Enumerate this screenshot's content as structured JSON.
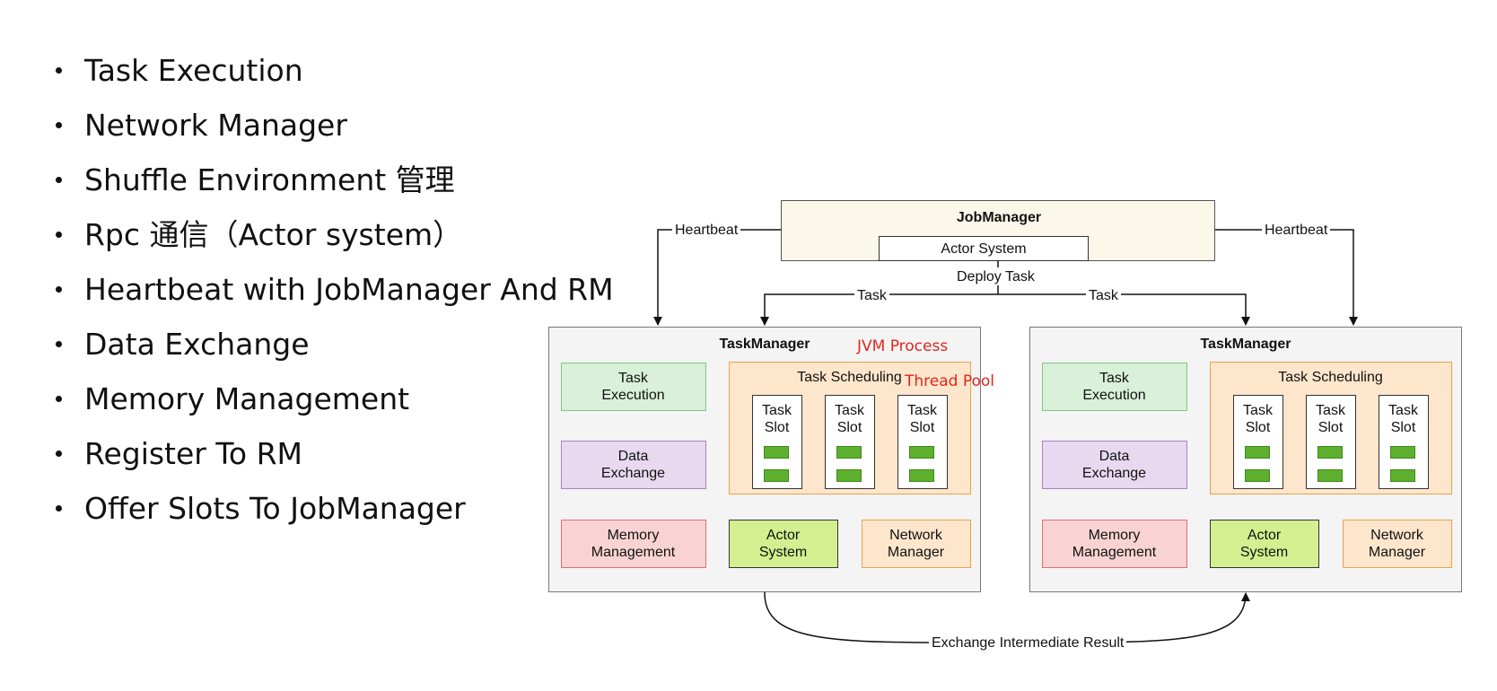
{
  "bullets": [
    "Task Execution",
    "Network Manager",
    "Shuffle Environment 管理",
    "Rpc 通信（Actor system）",
    "Heartbeat with JobManager And RM",
    "Data Exchange",
    "Memory Management",
    "Register To RM",
    "Offer Slots To JobManager"
  ],
  "diagram": {
    "jobmanager": {
      "title": "JobManager",
      "actor_system": "Actor System"
    },
    "edges": {
      "heartbeat_left": "Heartbeat",
      "heartbeat_right": "Heartbeat",
      "deploy_task": "Deploy Task",
      "task_left": "Task",
      "task_right": "Task",
      "exchange": "Exchange Intermediate Result"
    },
    "annotations": {
      "jvm_process": "JVM Process",
      "thread_pool": "Thread Pool"
    },
    "taskmanagers": [
      {
        "title": "TaskManager",
        "task_execution": "Task\nExecution",
        "task_scheduling": "Task Scheduling",
        "slots": [
          "Task\nSlot",
          "Task\nSlot",
          "Task\nSlot"
        ],
        "data_exchange": "Data\nExchange",
        "memory_management": "Memory\nManagement",
        "actor_system": "Actor\nSystem",
        "network_manager": "Network\nManager"
      },
      {
        "title": "TaskManager",
        "task_execution": "Task\nExecution",
        "task_scheduling": "Task Scheduling",
        "slots": [
          "Task\nSlot",
          "Task\nSlot",
          "Task\nSlot"
        ],
        "data_exchange": "Data\nExchange",
        "memory_management": "Memory\nManagement",
        "actor_system": "Actor\nSystem",
        "network_manager": "Network\nManager"
      }
    ],
    "colors": {
      "green_square": "#5db02d",
      "annotation_red": "#e0261e"
    }
  }
}
